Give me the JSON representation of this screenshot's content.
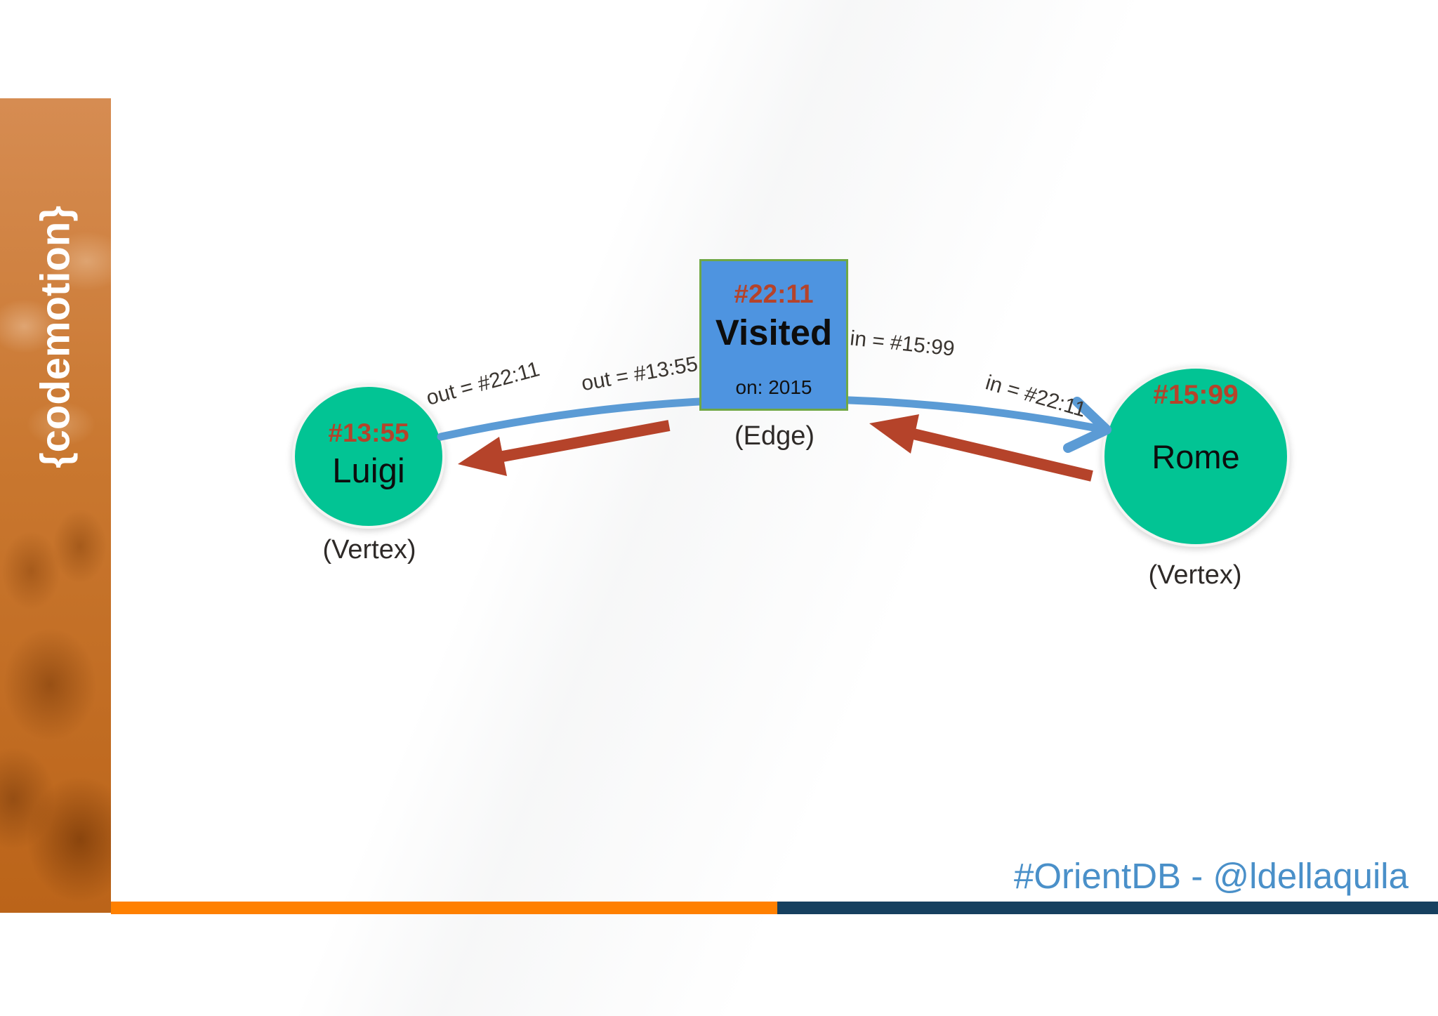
{
  "sidebar": {
    "logo_text": "{codemotion}"
  },
  "diagram": {
    "vertex_left": {
      "rid": "#13:55",
      "name": "Luigi",
      "caption": "(Vertex)"
    },
    "edge": {
      "rid": "#22:11",
      "name": "Visited",
      "property": "on: 2015",
      "caption": "(Edge)"
    },
    "vertex_right": {
      "rid": "#15:99",
      "name": "Rome",
      "caption": "(Vertex)"
    },
    "labels": {
      "out_left": "out = #22:11",
      "out_mid": "out = #13:55",
      "in_mid": "in = #15:99",
      "in_right": "in = #22:11"
    }
  },
  "footer": {
    "handle": "#OrientDB - @ldellaquila"
  },
  "colors": {
    "vertex_fill": "#02c494",
    "edge_fill": "#4e94e0",
    "edge_border": "#70a845",
    "rid_text": "#b5432a",
    "arrow_red": "#b5432a",
    "arrow_blue": "#5b9bd5",
    "footer_text": "#4a90c9",
    "bar_orange": "#ff8000",
    "bar_navy": "#16405f",
    "sidebar_orange": "#c9772f"
  }
}
